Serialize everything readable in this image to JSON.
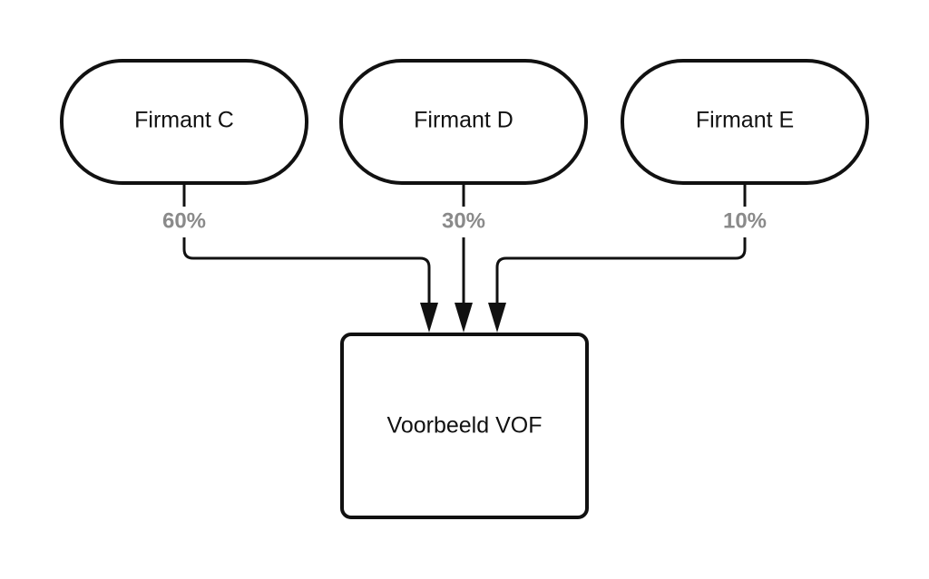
{
  "partners": [
    {
      "label": "Firmant C",
      "share": "60%"
    },
    {
      "label": "Firmant D",
      "share": "30%"
    },
    {
      "label": "Firmant E",
      "share": "10%"
    }
  ],
  "company": {
    "label": "Voorbeeld VOF"
  },
  "colors": {
    "stroke": "#111111",
    "share_label": "#8a8a8a",
    "background": "#ffffff"
  }
}
